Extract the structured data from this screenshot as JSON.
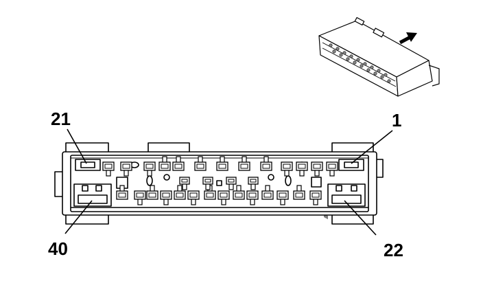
{
  "diagram": {
    "pin_labels": {
      "top_left": "21",
      "top_right": "1",
      "bottom_left": "40",
      "bottom_right": "22"
    },
    "pins_top_row": [
      1,
      21
    ],
    "pins_bottom_row": [
      22,
      40
    ],
    "icons": {
      "direction_arrow": "arrow-icon",
      "thumbnail": "connector-thumbnail-icon"
    },
    "colors": {
      "line": "#000000",
      "background": "#ffffff",
      "shade": "#7a7a7a"
    }
  }
}
